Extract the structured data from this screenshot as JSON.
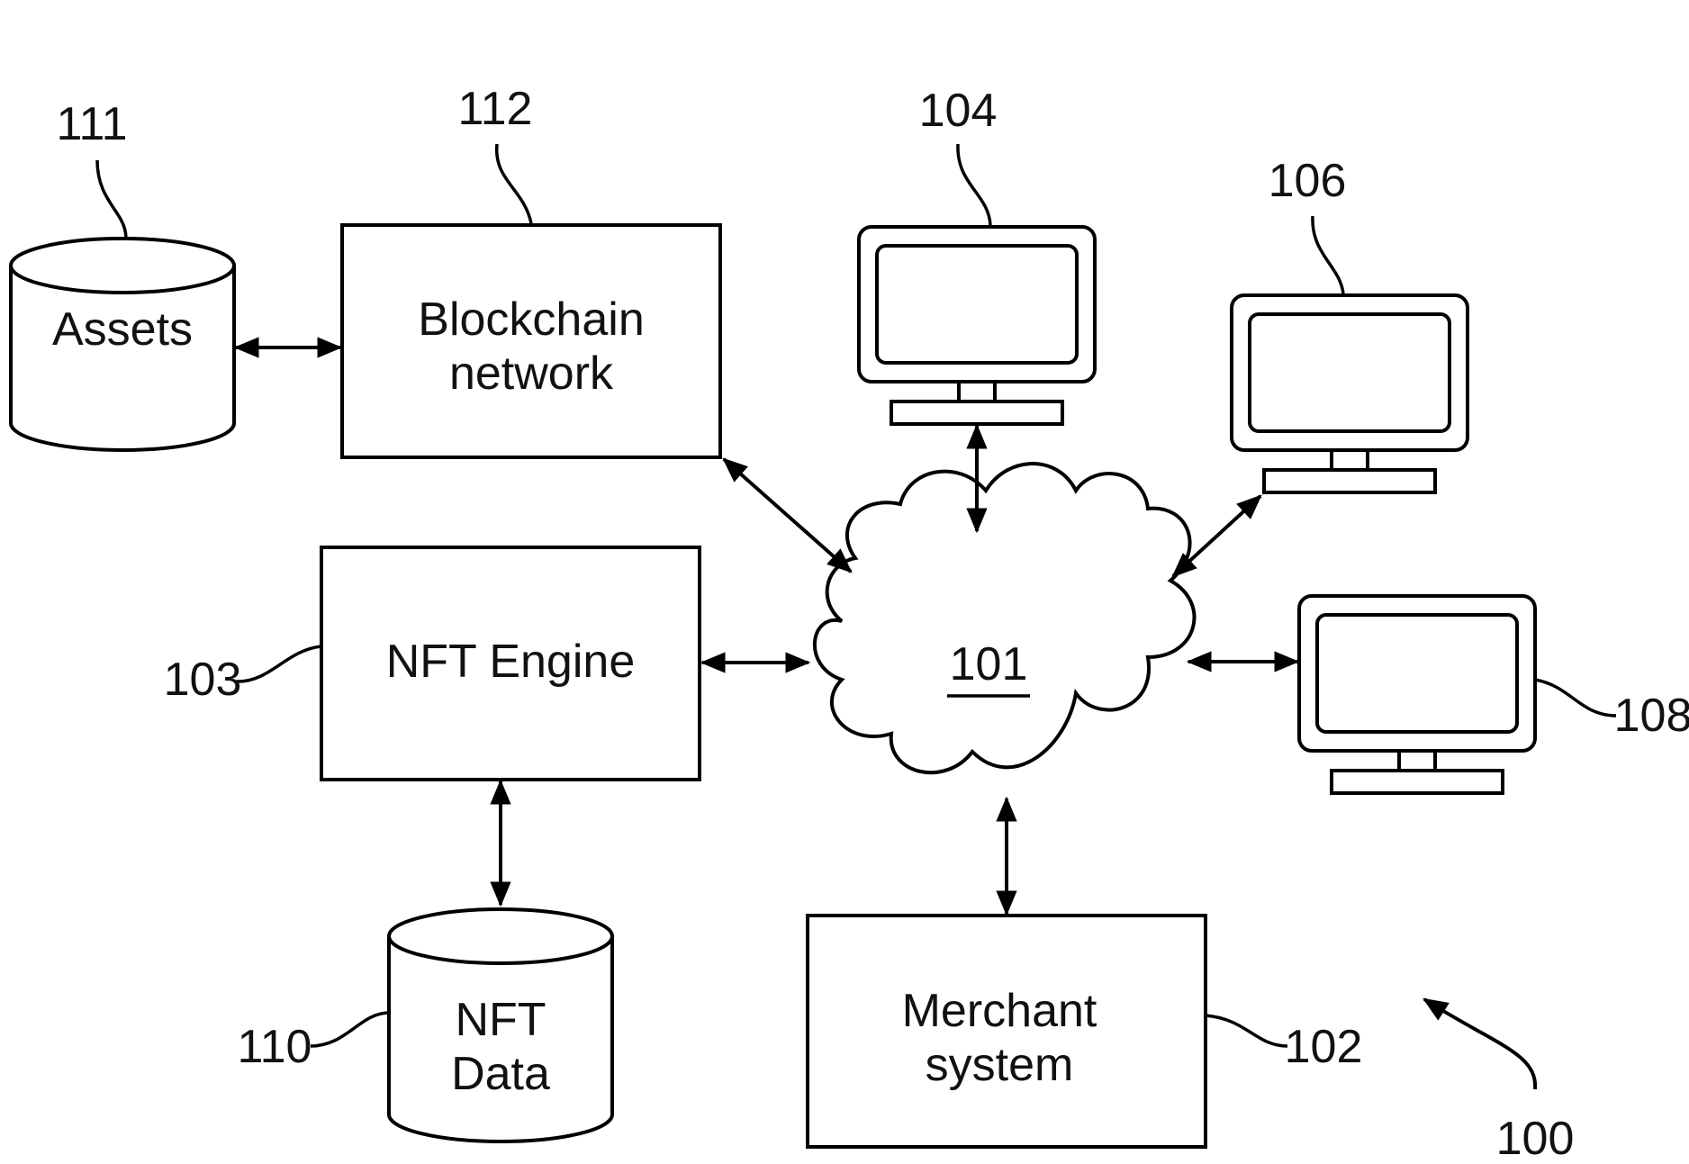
{
  "diagram": {
    "figure_ref": "100",
    "network": {
      "ref": "101"
    },
    "nodes": {
      "assets": {
        "ref": "111",
        "lines": [
          "Assets"
        ]
      },
      "blockchain": {
        "ref": "112",
        "lines": [
          "Blockchain",
          "network"
        ]
      },
      "nft_engine": {
        "ref": "103",
        "lines": [
          "NFT Engine"
        ]
      },
      "nft_data": {
        "ref": "110",
        "lines": [
          "NFT",
          "Data"
        ]
      },
      "merchant": {
        "ref": "102",
        "lines": [
          "Merchant",
          "system"
        ]
      },
      "terminal_1": {
        "ref": "104"
      },
      "terminal_2": {
        "ref": "106"
      },
      "terminal_3": {
        "ref": "108"
      }
    },
    "connections": [
      [
        "assets",
        "blockchain"
      ],
      [
        "blockchain",
        "network"
      ],
      [
        "terminal_1",
        "network"
      ],
      [
        "terminal_2",
        "network"
      ],
      [
        "terminal_3",
        "network"
      ],
      [
        "nft_engine",
        "network"
      ],
      [
        "nft_engine",
        "nft_data"
      ],
      [
        "merchant",
        "network"
      ]
    ]
  }
}
